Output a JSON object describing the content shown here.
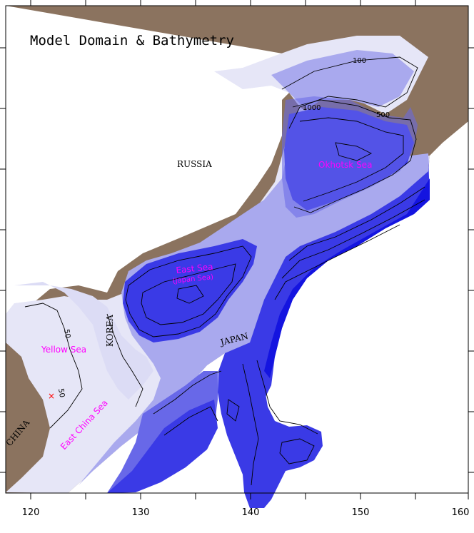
{
  "title": "Model Domain & Bathymetry",
  "regions": {
    "russia": "RUSSIA",
    "korea": "KOREA",
    "japan": "JAPAN",
    "china": "CHINA"
  },
  "seas": {
    "okhotsk": "Okhotsk Sea",
    "east_sea": "East Sea",
    "japan_sea": "(Japan Sea)",
    "yellow_sea": "Yellow Sea",
    "east_china_sea": "East China Sea"
  },
  "contour_labels": [
    "100",
    "1000",
    "500",
    "50",
    "50"
  ],
  "x_axis": {
    "ticks": [
      "120",
      "130",
      "140",
      "150",
      "160"
    ]
  },
  "colors": {
    "land": "#8b735f",
    "shelf": "#e6e6f7",
    "slope": "#a9a9ee",
    "mid": "#6868e8",
    "deep": "#3a3ae6",
    "deepest": "#1414e0",
    "sea_label": "#ff00ff",
    "marker": "#ff0000"
  }
}
